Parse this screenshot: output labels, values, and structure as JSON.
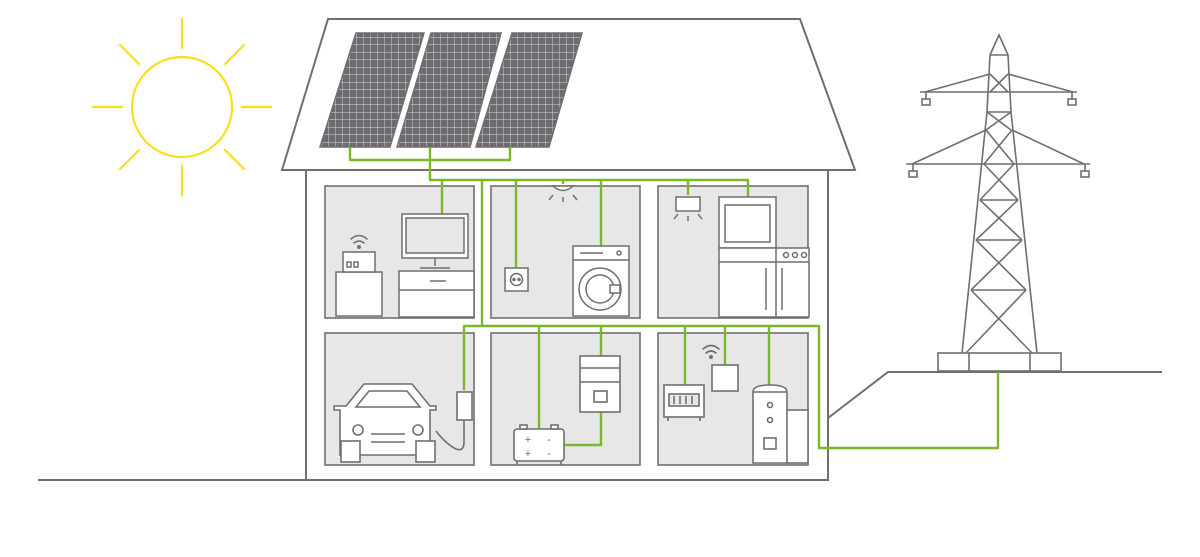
{
  "colors": {
    "sun": "#f7e01b",
    "line": "#6f6f6f",
    "wire": "#7ab829",
    "room_fill": "#e8e7e8",
    "house_fill": "#ffffff",
    "panel_fill": "#6b6c70"
  },
  "diagram": {
    "elements": [
      "sun-icon",
      "solar-panels",
      "house",
      "wifi-router",
      "monitor-desk",
      "ceiling-lamp",
      "wall-socket",
      "washing-machine",
      "kitchen-appliances",
      "electric-car",
      "wallbox-charger",
      "inverter",
      "battery-storage",
      "smart-meter",
      "hot-water-storage-tank",
      "power-grid-pylon"
    ],
    "battery_symbols": [
      "+",
      "-",
      "+",
      "-"
    ]
  }
}
